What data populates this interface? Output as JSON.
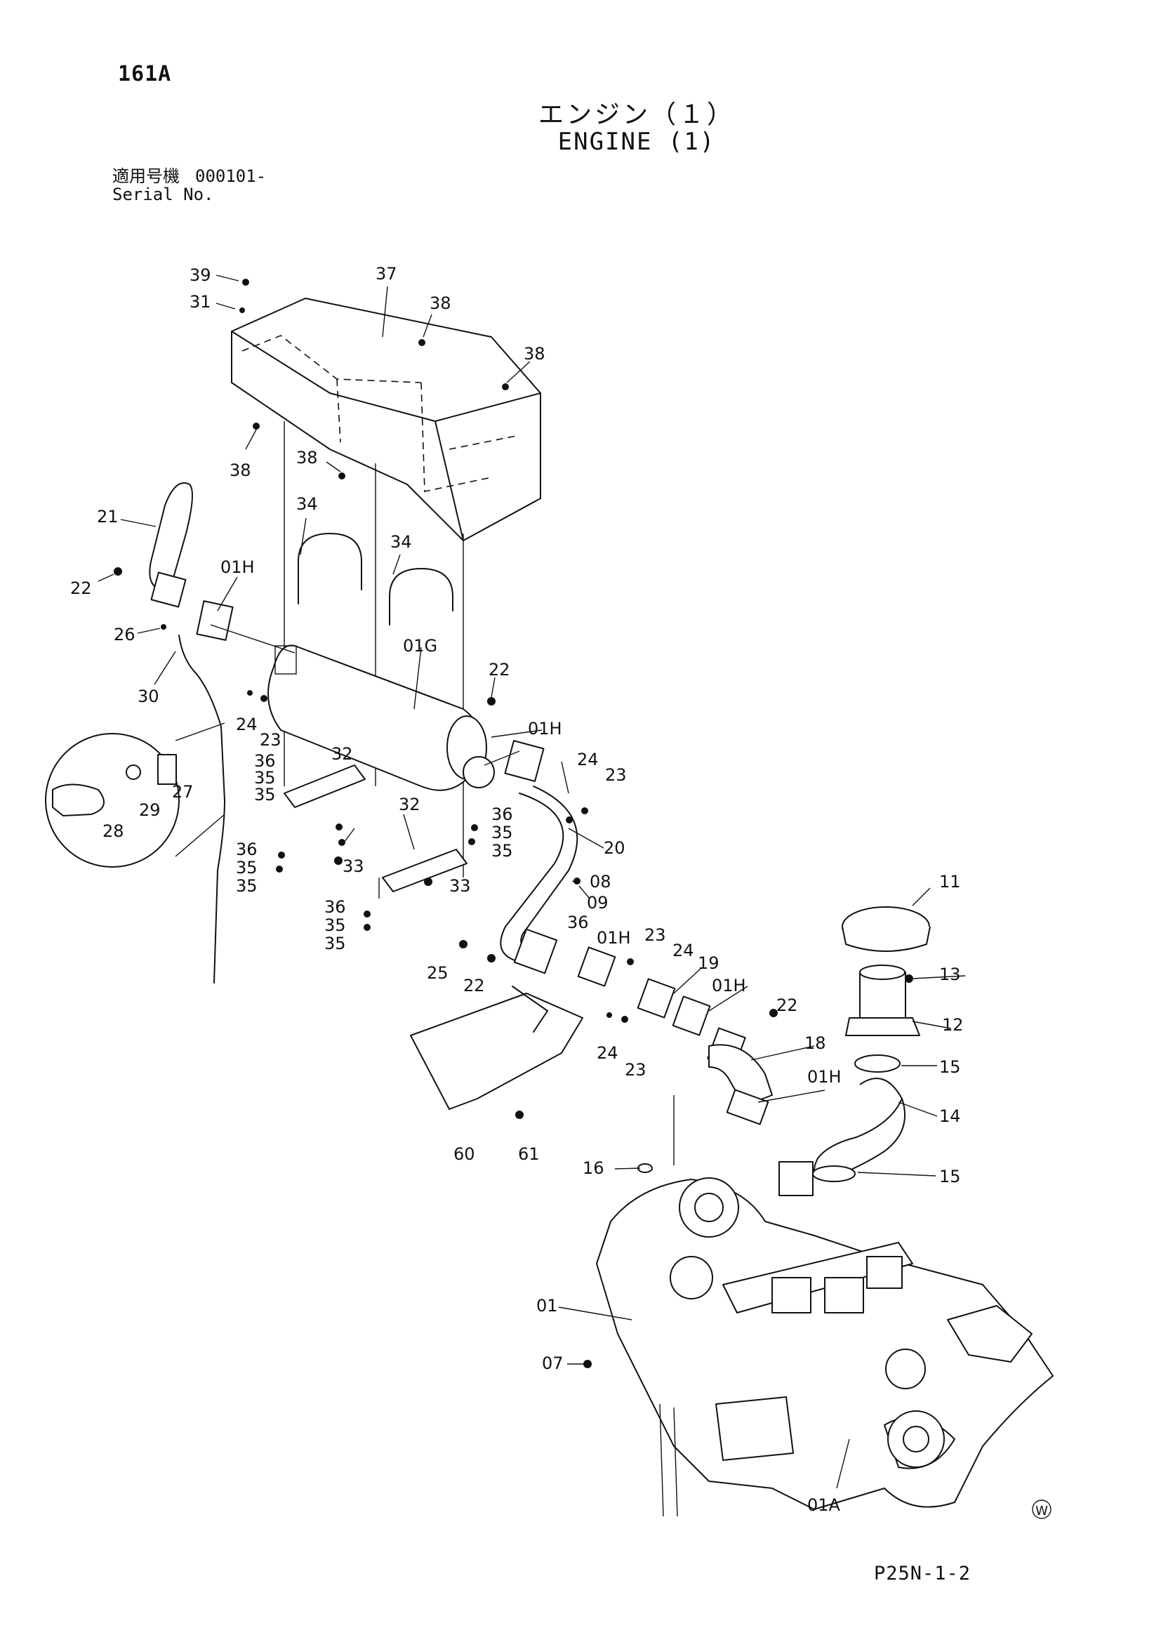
{
  "header": {
    "page_code": "161A",
    "title_jp": "エンジン（１）",
    "title_en": "ENGINE (1)",
    "serial_label_jp": "適用号機",
    "serial_value": "000101-",
    "serial_label_en": "Serial No."
  },
  "footer": {
    "figure_code": "P25N-1-2",
    "mark": "W"
  },
  "parts": {
    "p01": "01",
    "p01A": "01A",
    "p01G": "01G",
    "p01H": "01H",
    "p07": "07",
    "p08": "08",
    "p09": "09",
    "p11": "11",
    "p12": "12",
    "p13": "13",
    "p14": "14",
    "p15": "15",
    "p16": "16",
    "p18": "18",
    "p19": "19",
    "p20": "20",
    "p21": "21",
    "p22": "22",
    "p23": "23",
    "p24": "24",
    "p25": "25",
    "p26": "26",
    "p27": "27",
    "p28": "28",
    "p29": "29",
    "p30": "30",
    "p31": "31",
    "p32": "32",
    "p33": "33",
    "p34": "34",
    "p35": "35",
    "p36": "36",
    "p37": "37",
    "p38": "38",
    "p39": "39",
    "p60": "60",
    "p61": "61"
  }
}
